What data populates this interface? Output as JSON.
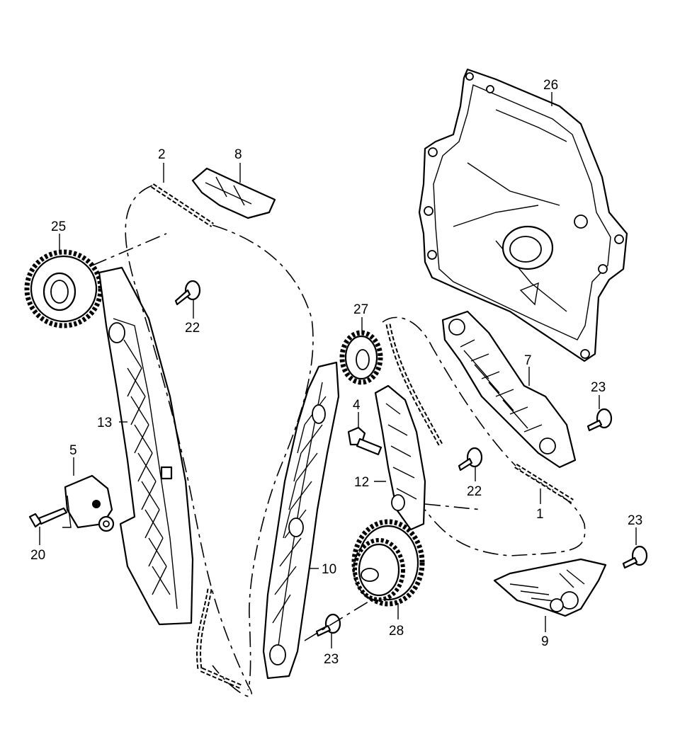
{
  "callouts": {
    "c1": "1",
    "c2": "2",
    "c4": "4",
    "c5": "5",
    "c7": "7",
    "c8": "8",
    "c9": "9",
    "c10": "10",
    "c12": "12",
    "c13": "13",
    "c20": "20",
    "c22a": "22",
    "c22b": "22",
    "c23a": "23",
    "c23b": "23",
    "c23c": "23",
    "c25": "25",
    "c26": "26",
    "c27": "27",
    "c28": "28"
  }
}
